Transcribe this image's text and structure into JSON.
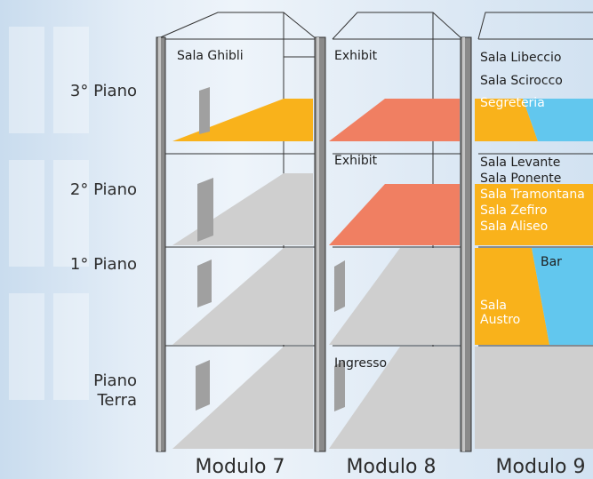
{
  "floors": {
    "piano3": "3° Piano",
    "piano2": "2° Piano",
    "piano1": "1° Piano",
    "piano_terra_line1": "Piano",
    "piano_terra_line2": "Terra"
  },
  "modules": {
    "m7": "Modulo 7",
    "m8": "Modulo 8",
    "m9": "Modulo 9"
  },
  "rooms": {
    "sala_ghibli": "Sala Ghibli",
    "exhibit_3": "Exhibit",
    "exhibit_2": "Exhibit",
    "ingresso": "Ingresso",
    "sala_libeccio": "Sala Libeccio",
    "sala_scirocco": "Sala Scirocco",
    "segreteria": "Segreteria",
    "sala_levante": "Sala Levante",
    "sala_ponente": "Sala Ponente",
    "sala_tramontana": "Sala Tramontana",
    "sala_zefiro": "Sala Zefiro",
    "sala_aliseo": "Sala Aliseo",
    "bar": "Bar",
    "sala_austro_line1": "Sala",
    "sala_austro_line2": "Austro"
  },
  "colors": {
    "orange": "#f9b21b",
    "salmon": "#f07f62",
    "grey": "#cfcfcf",
    "blue": "#62c7ee",
    "column": "#8a8a8a"
  }
}
